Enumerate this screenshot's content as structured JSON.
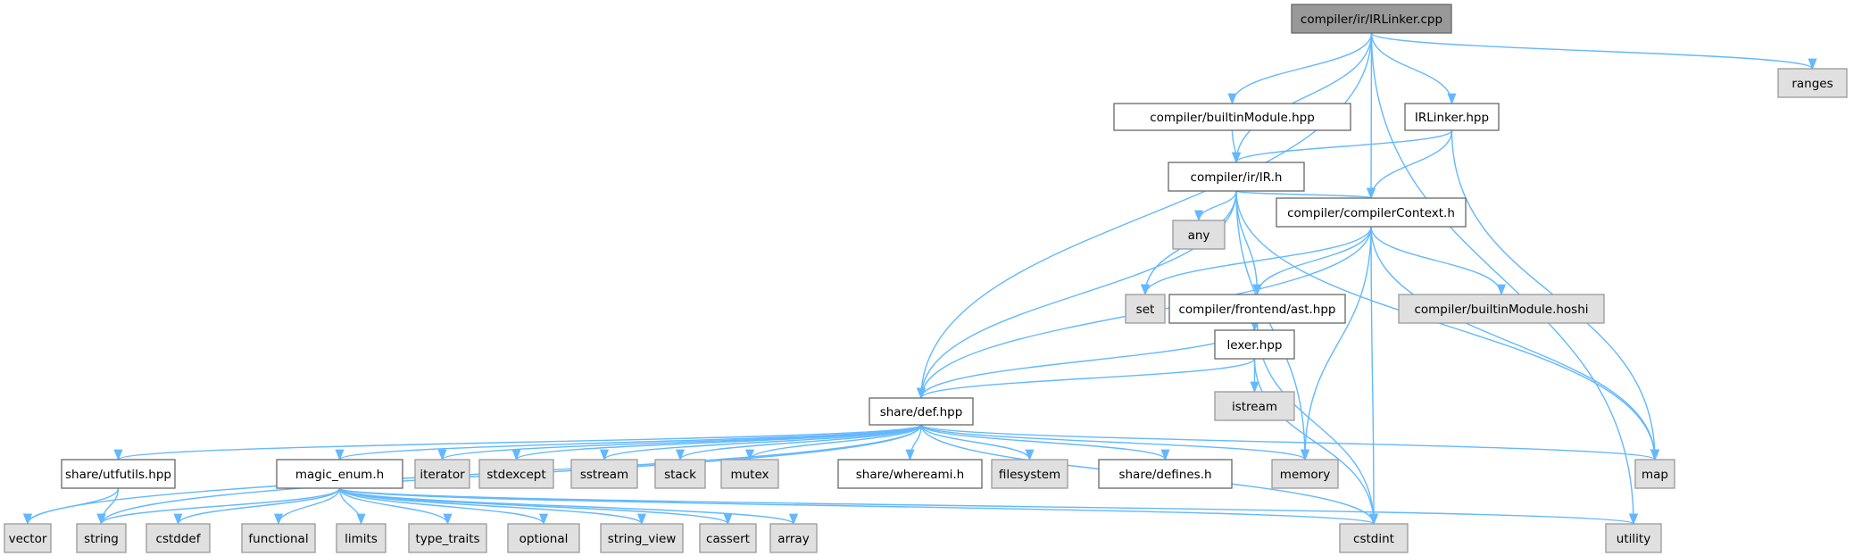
{
  "title": "compiler/ir/IRLinker.cpp",
  "colors": {
    "edge": "#63b8ff",
    "root_fill": "#999999",
    "system_fill": "#e0e0e0",
    "local_fill": "#ffffff"
  },
  "nodes": [
    {
      "id": "root",
      "label": "compiler/ir/IRLinker.cpp",
      "kind": "root"
    },
    {
      "id": "ranges",
      "label": "ranges",
      "kind": "system"
    },
    {
      "id": "builtinModule",
      "label": "compiler/builtinModule.hpp",
      "kind": "local"
    },
    {
      "id": "irlinkerhpp",
      "label": "IRLinker.hpp",
      "kind": "local"
    },
    {
      "id": "irh",
      "label": "compiler/ir/IR.h",
      "kind": "local"
    },
    {
      "id": "any",
      "label": "any",
      "kind": "system"
    },
    {
      "id": "ctx",
      "label": "compiler/compilerContext.h",
      "kind": "local"
    },
    {
      "id": "set",
      "label": "set",
      "kind": "system"
    },
    {
      "id": "ast",
      "label": "compiler/frontend/ast.hpp",
      "kind": "local"
    },
    {
      "id": "hoshi",
      "label": "compiler/builtinModule.hoshi",
      "kind": "system"
    },
    {
      "id": "lexer",
      "label": "lexer.hpp",
      "kind": "local"
    },
    {
      "id": "istream",
      "label": "istream",
      "kind": "system"
    },
    {
      "id": "def",
      "label": "share/def.hpp",
      "kind": "local"
    },
    {
      "id": "utfutils",
      "label": "share/utfutils.hpp",
      "kind": "local"
    },
    {
      "id": "magic",
      "label": "magic_enum.h",
      "kind": "local"
    },
    {
      "id": "iterator",
      "label": "iterator",
      "kind": "system"
    },
    {
      "id": "stdexcept",
      "label": "stdexcept",
      "kind": "system"
    },
    {
      "id": "sstream",
      "label": "sstream",
      "kind": "system"
    },
    {
      "id": "stack",
      "label": "stack",
      "kind": "system"
    },
    {
      "id": "mutex",
      "label": "mutex",
      "kind": "system"
    },
    {
      "id": "whereami",
      "label": "share/whereami.h",
      "kind": "local"
    },
    {
      "id": "filesystem",
      "label": "filesystem",
      "kind": "system"
    },
    {
      "id": "defines",
      "label": "share/defines.h",
      "kind": "local"
    },
    {
      "id": "memory",
      "label": "memory",
      "kind": "system"
    },
    {
      "id": "map",
      "label": "map",
      "kind": "system"
    },
    {
      "id": "vector",
      "label": "vector",
      "kind": "system"
    },
    {
      "id": "string",
      "label": "string",
      "kind": "system"
    },
    {
      "id": "cstddef",
      "label": "cstddef",
      "kind": "system"
    },
    {
      "id": "functional",
      "label": "functional",
      "kind": "system"
    },
    {
      "id": "limits",
      "label": "limits",
      "kind": "system"
    },
    {
      "id": "type_traits",
      "label": "type_traits",
      "kind": "system"
    },
    {
      "id": "optional",
      "label": "optional",
      "kind": "system"
    },
    {
      "id": "string_view",
      "label": "string_view",
      "kind": "system"
    },
    {
      "id": "cassert",
      "label": "cassert",
      "kind": "system"
    },
    {
      "id": "array",
      "label": "array",
      "kind": "system"
    },
    {
      "id": "cstdint",
      "label": "cstdint",
      "kind": "system"
    },
    {
      "id": "utility",
      "label": "utility",
      "kind": "system"
    }
  ],
  "edges": [
    [
      "root",
      "def"
    ],
    [
      "root",
      "builtinModule"
    ],
    [
      "root",
      "irh"
    ],
    [
      "root",
      "ctx"
    ],
    [
      "root",
      "irlinkerhpp"
    ],
    [
      "root",
      "utility"
    ],
    [
      "root",
      "ranges"
    ],
    [
      "builtinModule",
      "irh"
    ],
    [
      "irlinkerhpp",
      "irh"
    ],
    [
      "irlinkerhpp",
      "ctx"
    ],
    [
      "irlinkerhpp",
      "map"
    ],
    [
      "irh",
      "def"
    ],
    [
      "irh",
      "any"
    ],
    [
      "irh",
      "set"
    ],
    [
      "irh",
      "ast"
    ],
    [
      "irh",
      "ctx"
    ],
    [
      "irh",
      "memory"
    ],
    [
      "irh",
      "map"
    ],
    [
      "ctx",
      "set"
    ],
    [
      "ctx",
      "ast"
    ],
    [
      "ctx",
      "def"
    ],
    [
      "ctx",
      "hoshi"
    ],
    [
      "ctx",
      "memory"
    ],
    [
      "ctx",
      "map"
    ],
    [
      "ctx",
      "cstdint"
    ],
    [
      "ast",
      "lexer"
    ],
    [
      "ast",
      "def"
    ],
    [
      "ast",
      "cstdint"
    ],
    [
      "lexer",
      "def"
    ],
    [
      "lexer",
      "istream"
    ],
    [
      "lexer",
      "cstdint"
    ],
    [
      "def",
      "vector"
    ],
    [
      "def",
      "utfutils"
    ],
    [
      "def",
      "string"
    ],
    [
      "def",
      "magic"
    ],
    [
      "def",
      "iterator"
    ],
    [
      "def",
      "stdexcept"
    ],
    [
      "def",
      "sstream"
    ],
    [
      "def",
      "stack"
    ],
    [
      "def",
      "mutex"
    ],
    [
      "def",
      "whereami"
    ],
    [
      "def",
      "filesystem"
    ],
    [
      "def",
      "defines"
    ],
    [
      "def",
      "memory"
    ],
    [
      "def",
      "map"
    ],
    [
      "def",
      "cstdint"
    ],
    [
      "utfutils",
      "vector"
    ],
    [
      "utfutils",
      "string"
    ],
    [
      "magic",
      "string"
    ],
    [
      "magic",
      "cstddef"
    ],
    [
      "magic",
      "functional"
    ],
    [
      "magic",
      "limits"
    ],
    [
      "magic",
      "type_traits"
    ],
    [
      "magic",
      "optional"
    ],
    [
      "magic",
      "string_view"
    ],
    [
      "magic",
      "cassert"
    ],
    [
      "magic",
      "array"
    ],
    [
      "magic",
      "cstdint"
    ],
    [
      "magic",
      "utility"
    ]
  ]
}
